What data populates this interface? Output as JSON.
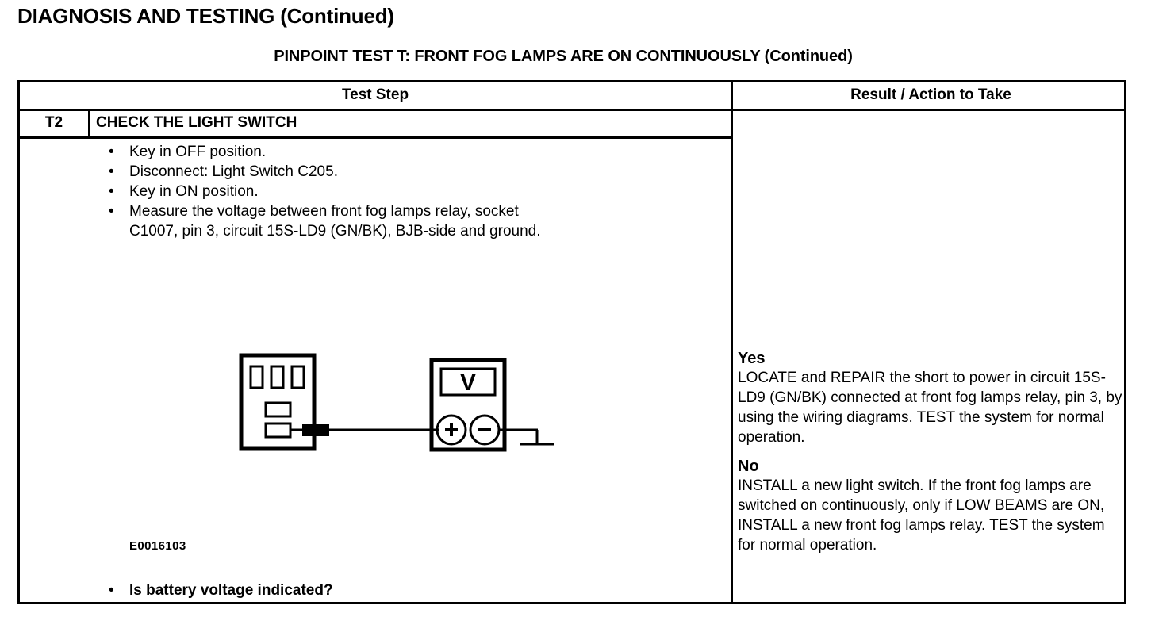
{
  "page": {
    "title": "DIAGNOSIS AND TESTING (Continued)",
    "subtitle": "PINPOINT TEST  T: FRONT FOG LAMPS ARE ON CONTINUOUSLY (Continued)"
  },
  "table": {
    "headers": {
      "test_step": "Test Step",
      "result_action": "Result / Action to Take"
    },
    "step": {
      "id": "T2",
      "heading": "CHECK THE LIGHT SWITCH",
      "bullet": "•",
      "items": [
        {
          "line1": "Key in OFF position.",
          "line2": ""
        },
        {
          "line1": "Disconnect: Light Switch C205.",
          "line2": ""
        },
        {
          "line1": "Key in ON position.",
          "line2": ""
        },
        {
          "line1": "Measure the voltage between front fog lamps relay, socket",
          "line2": "C1007, pin 3, circuit 15S-LD9 (GN/BK), BJB-side and ground."
        }
      ],
      "question": "Is battery voltage indicated?",
      "figure_id": "E0016103",
      "diagram": {
        "meter_display_label": "V",
        "terminal_positive": "+",
        "terminal_negative": "−"
      }
    },
    "results": [
      {
        "label": "Yes",
        "text": "LOCATE and REPAIR the short to power in circuit 15S-LD9 (GN/BK) connected at front fog lamps relay, pin 3, by using the wiring diagrams. TEST the system for normal operation."
      },
      {
        "label": "No",
        "text": "INSTALL a new light switch. If the front fog lamps are switched on continuously, only if LOW BEAMS are ON, INSTALL a new front fog lamps relay. TEST the system for normal operation."
      }
    ]
  },
  "colors": {
    "ink": "#000000",
    "paper": "#ffffff"
  }
}
